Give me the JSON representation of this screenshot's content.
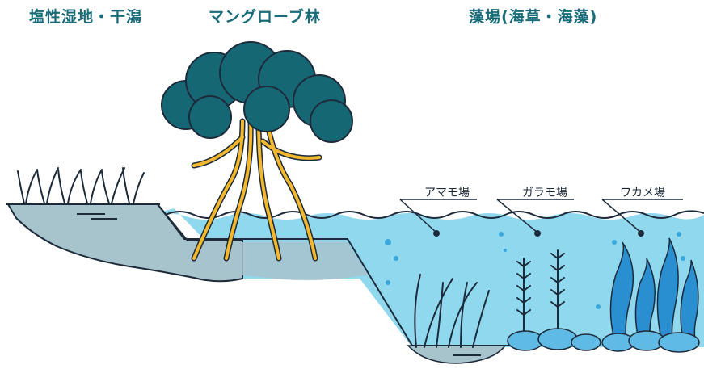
{
  "titles": {
    "salt_marsh": "塩性湿地・干潟",
    "mangrove": "マングローブ林",
    "seaweed_beds": "藻場(海草・海藻)"
  },
  "bed_labels": {
    "amamo": "アマモ場",
    "garamo": "ガラモ場",
    "wakame": "ワカメ場"
  },
  "colors": {
    "title": "#186b78",
    "water": "#8fd8ee",
    "land": "#a7c3cc",
    "outline": "#1c2a3a",
    "canopy": "#166774",
    "roots": "#f4b82c",
    "kelp": "#2a8fd0",
    "rock": "#5fbbe6"
  }
}
